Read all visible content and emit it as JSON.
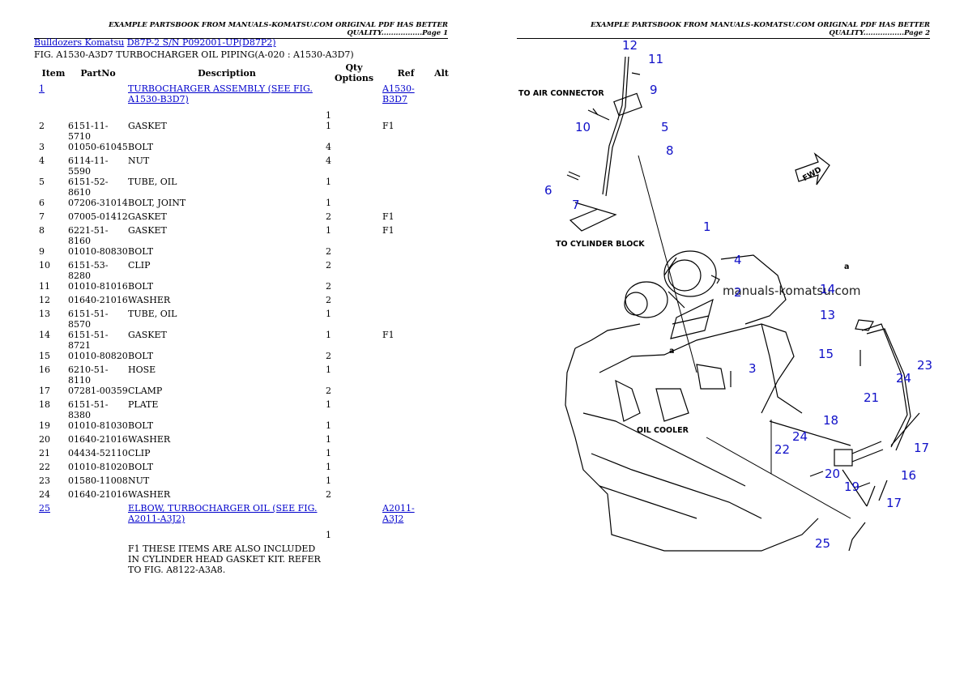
{
  "header": {
    "left": "EXAMPLE PARTSBOOK FROM MANUALS-KOMATSU.COM ORIGINAL PDF HAS BETTER QUALITY.................Page 1",
    "right": "EXAMPLE PARTSBOOK FROM MANUALS-KOMATSU.COM ORIGINAL PDF HAS BETTER QUALITY.................Page 2"
  },
  "breadcrumb": {
    "part1": "Bulldozers Komatsu",
    "part2": "D87P-2 S/N P092001-UP(D87P2)"
  },
  "figure_title": "FIG. A1530-A3D7 TURBOCHARGER OIL PIPING(A-020 : A1530-A3D7)",
  "columns": {
    "item": "Item",
    "partno": "PartNo",
    "description": "Description",
    "qty": "Qty Options",
    "ref": "Ref",
    "alt": "Alt"
  },
  "rows": [
    {
      "item": "2",
      "partno": "6151-11-5710",
      "desc": "GASKET",
      "qty": "1",
      "ref": "F1"
    },
    {
      "item": "3",
      "partno": "01050-61045",
      "desc": "BOLT",
      "qty": "4",
      "ref": ""
    },
    {
      "item": "4",
      "partno": "6114-11-5590",
      "desc": "NUT",
      "qty": "4",
      "ref": ""
    },
    {
      "item": "5",
      "partno": "6151-52-8610",
      "desc": "TUBE, OIL",
      "qty": "1",
      "ref": ""
    },
    {
      "item": "6",
      "partno": "07206-31014",
      "desc": "BOLT, JOINT",
      "qty": "1",
      "ref": ""
    },
    {
      "item": "7",
      "partno": "07005-01412",
      "desc": "GASKET",
      "qty": "2",
      "ref": "F1"
    },
    {
      "item": "8",
      "partno": "6221-51-8160",
      "desc": "GASKET",
      "qty": "1",
      "ref": "F1"
    },
    {
      "item": "9",
      "partno": "01010-80830",
      "desc": "BOLT",
      "qty": "2",
      "ref": ""
    },
    {
      "item": "10",
      "partno": "6151-53-8280",
      "desc": "CLIP",
      "qty": "2",
      "ref": ""
    },
    {
      "item": "11",
      "partno": "01010-81016",
      "desc": "BOLT",
      "qty": "2",
      "ref": ""
    },
    {
      "item": "12",
      "partno": "01640-21016",
      "desc": "WASHER",
      "qty": "2",
      "ref": ""
    },
    {
      "item": "13",
      "partno": "6151-51-8570",
      "desc": "TUBE, OIL",
      "qty": "1",
      "ref": ""
    },
    {
      "item": "14",
      "partno": "6151-51-8721",
      "desc": "GASKET",
      "qty": "1",
      "ref": "F1"
    },
    {
      "item": "15",
      "partno": "01010-80820",
      "desc": "BOLT",
      "qty": "2",
      "ref": ""
    },
    {
      "item": "16",
      "partno": "6210-51-8110",
      "desc": "HOSE",
      "qty": "1",
      "ref": ""
    },
    {
      "item": "17",
      "partno": "07281-00359",
      "desc": "CLAMP",
      "qty": "2",
      "ref": ""
    },
    {
      "item": "18",
      "partno": "6151-51-8380",
      "desc": "PLATE",
      "qty": "1",
      "ref": ""
    },
    {
      "item": "19",
      "partno": "01010-81030",
      "desc": "BOLT",
      "qty": "1",
      "ref": ""
    },
    {
      "item": "20",
      "partno": "01640-21016",
      "desc": "WASHER",
      "qty": "1",
      "ref": ""
    },
    {
      "item": "21",
      "partno": "04434-52110",
      "desc": "CLIP",
      "qty": "1",
      "ref": ""
    },
    {
      "item": "22",
      "partno": "01010-81020",
      "desc": "BOLT",
      "qty": "1",
      "ref": ""
    },
    {
      "item": "23",
      "partno": "01580-11008",
      "desc": "NUT",
      "qty": "1",
      "ref": ""
    },
    {
      "item": "24",
      "partno": "01640-21016",
      "desc": "WASHER",
      "qty": "2",
      "ref": ""
    }
  ],
  "assembly1": {
    "item": "1",
    "desc": "TURBOCHARGER ASSEMBLY (SEE FIG. A1530-B3D7)",
    "qty": "1",
    "ref": "A1530-B3D7"
  },
  "assembly25": {
    "item": "25",
    "desc": "ELBOW, TURBOCHARGER OIL (SEE FIG. A2011-A3J2)",
    "qty": "1",
    "ref": "A2011-A3J2"
  },
  "note": "F1 THESE ITEMS ARE ALSO INCLUDED IN CYLINDER HEAD GASKET KIT. REFER TO FIG. A8122-A3A8.",
  "diagram": {
    "labels": {
      "air": "TO AIR CONNECTOR",
      "cyl": "TO CYLINDER BLOCK",
      "oil": "OIL COOLER",
      "fwd": "FWD",
      "a": "a"
    },
    "watermark": "manuals-komatsu.com",
    "callouts": [
      "1",
      "2",
      "3",
      "4",
      "5",
      "6",
      "7",
      "8",
      "9",
      "10",
      "11",
      "12",
      "13",
      "14",
      "15",
      "16",
      "17",
      "17",
      "18",
      "19",
      "20",
      "21",
      "22",
      "23",
      "24",
      "24",
      "25"
    ]
  }
}
